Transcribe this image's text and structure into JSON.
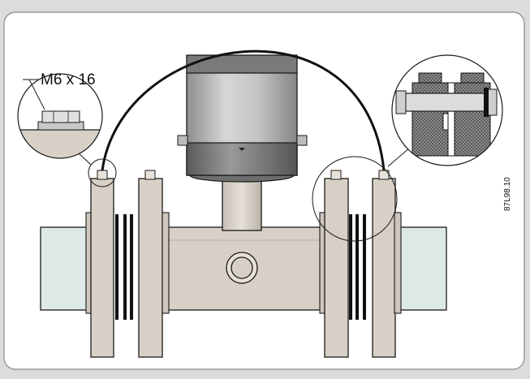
{
  "callout_label": "M6 x 16",
  "drawing_code": "87L98.10",
  "colors": {
    "background": "#dcdcdc",
    "panel": "#ffffff",
    "pipe_light": "#dde9e6",
    "flange_fill": "#d8d0c6",
    "body_fill": "#d8d0c6",
    "housing": "#a9a9a9",
    "outline": "#1a1a1a"
  },
  "icons": {
    "left_detail": "bolt-head-magnifier",
    "right_detail": "bolt-section-magnifier"
  }
}
